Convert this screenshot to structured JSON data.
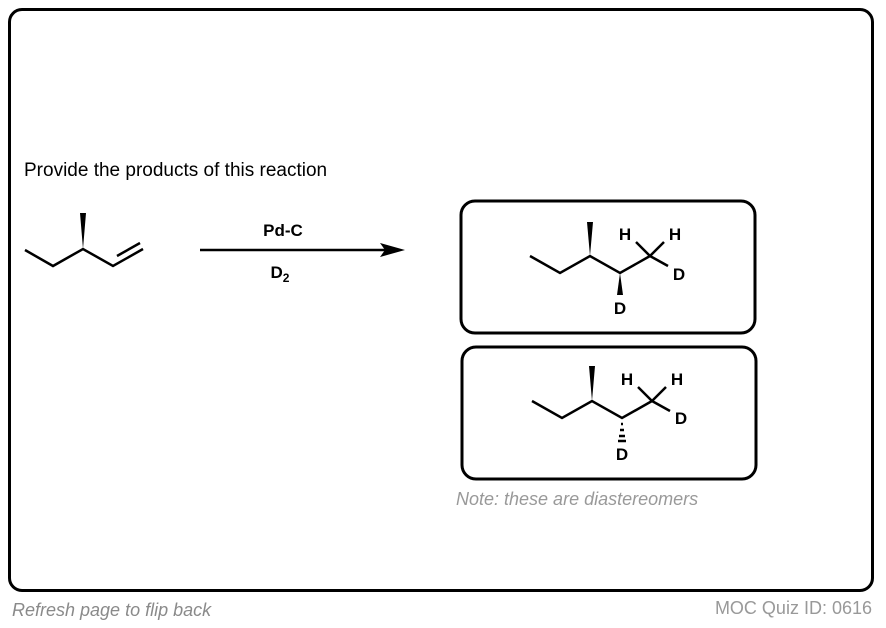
{
  "question": "Provide the products of this reaction",
  "reagents": {
    "above_arrow": "Pd-C",
    "below_arrow_base": "D",
    "below_arrow_sub": "2"
  },
  "products": [
    {
      "labels": {
        "h1": "H",
        "h2": "H",
        "d_terminal": "D",
        "d_stereo": "D"
      },
      "stereo_bond": "wedge"
    },
    {
      "labels": {
        "h1": "H",
        "h2": "H",
        "d_terminal": "D",
        "d_stereo": "D"
      },
      "stereo_bond": "hash"
    }
  ],
  "note": "Note: these are diastereomers",
  "footer": {
    "flip_hint": "Refresh page to flip back",
    "quiz_id": "MOC Quiz ID: 0616"
  }
}
